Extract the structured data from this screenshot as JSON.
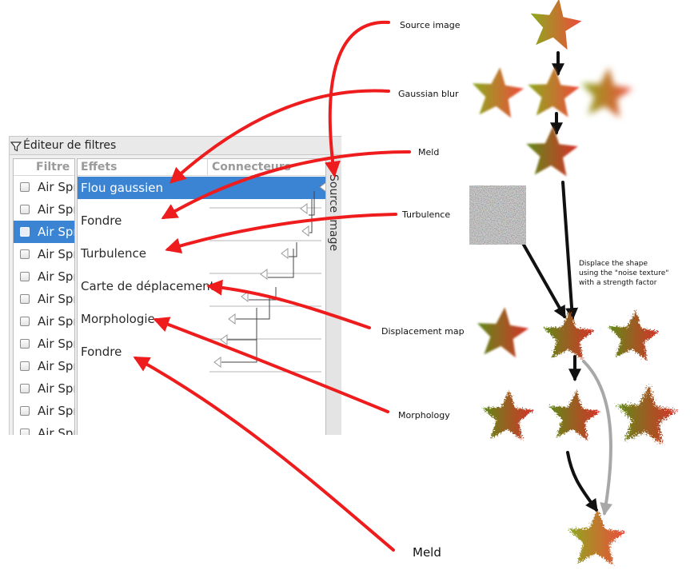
{
  "panel": {
    "title": "Éditeur de filtres",
    "filter_column_header": "Filtre",
    "effects_column_header": "Effets",
    "connectors_column_header": "Connecteurs",
    "source_image_label": "Source image",
    "filters": [
      {
        "label": "Air Spr",
        "selected": false
      },
      {
        "label": "Air Spr",
        "selected": false
      },
      {
        "label": "Air Spr",
        "selected": true
      },
      {
        "label": "Air Spr",
        "selected": false
      },
      {
        "label": "Air Spr",
        "selected": false
      },
      {
        "label": "Air Spr",
        "selected": false
      },
      {
        "label": "Air Spr",
        "selected": false
      },
      {
        "label": "Air Spr",
        "selected": false
      },
      {
        "label": "Air Spr",
        "selected": false
      },
      {
        "label": "Air Spr",
        "selected": false
      },
      {
        "label": "Air Spr",
        "selected": false
      },
      {
        "label": "Air Spr",
        "selected": false
      }
    ],
    "effects": [
      {
        "label": "Flou gaussien",
        "selected": true
      },
      {
        "label": "Fondre",
        "selected": false
      },
      {
        "label": "Turbulence",
        "selected": false
      },
      {
        "label": "Carte de déplacement",
        "selected": false
      },
      {
        "label": "Morphologie",
        "selected": false
      },
      {
        "label": "Fondre",
        "selected": false
      }
    ]
  },
  "annotations": {
    "source_image": "Source image",
    "gaussian_blur": "Gaussian blur",
    "meld_top": "Meld",
    "turbulence": "Turbulence",
    "displacement_map": "Displacement map",
    "morphology": "Morphology",
    "meld_bottom": "Meld",
    "displace_note": [
      "Displace the shape",
      "using the \"noise texture\"",
      "with a strength factor"
    ]
  },
  "colors": {
    "selection": "#3b84d3",
    "annotation_arrow": "#ee1c1c",
    "flow_arrow": "#111111",
    "secondary_flow_arrow": "#a8a8a8",
    "star_green": "#8caa1e",
    "star_red": "#e8433a"
  },
  "icons": [
    "filter-funnel-icon",
    "checkbox-icon",
    "connector-triangle-icon"
  ]
}
